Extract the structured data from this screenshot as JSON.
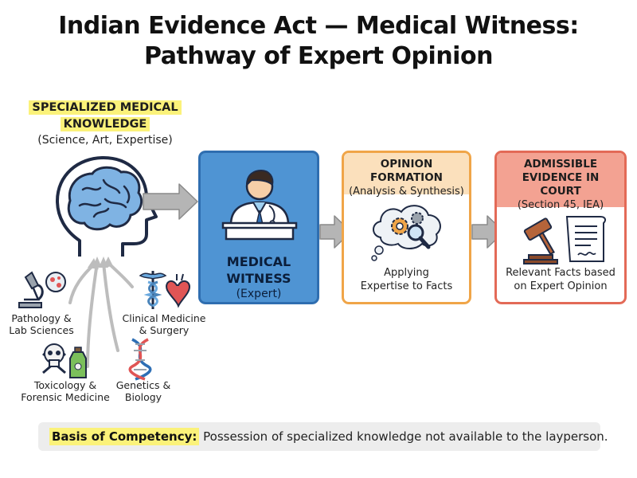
{
  "title": {
    "line1": "Indian Evidence Act — Medical Witness:",
    "line2": "Pathway of Expert Opinion"
  },
  "knowledge": {
    "heading_line1": "SPECIALIZED MEDICAL",
    "heading_line2": "KNOWLEDGE",
    "subheading": "(Science, Art, Expertise)"
  },
  "sources": [
    {
      "icon": "microscope-icon",
      "line1": "Pathology &",
      "line2": "Lab Sciences"
    },
    {
      "icon": "caduceus-icon",
      "line1": "Clinical Medicine",
      "line2": "& Surgery"
    },
    {
      "icon": "skull-crossbones-icon",
      "line1": "Toxicology &",
      "line2": "Forensic Medicine"
    },
    {
      "icon": "dna-icon",
      "line1": "Genetics &",
      "line2": "Biology"
    }
  ],
  "medical_witness": {
    "title_line1": "MEDICAL",
    "title_line2": "WITNESS",
    "subtitle": "(Expert)"
  },
  "opinion_formation": {
    "title": "OPINION FORMATION",
    "subtitle": "(Analysis & Synthesis)",
    "text_line1": "Applying",
    "text_line2": "Expertise to Facts"
  },
  "admissible_evidence": {
    "title_line1": "ADMISSIBLE",
    "title_line2": "EVIDENCE IN COURT",
    "subtitle": "(Section 45, IEA)",
    "text_line1": "Relevant Facts based",
    "text_line2": "on Expert Opinion"
  },
  "basis": {
    "label": "Basis of Competency:",
    "text": " Possession of specialized knowledge not available to the layperson."
  },
  "colors": {
    "blue_card": "#4f94d3",
    "orange_border": "#f0a548",
    "red_border": "#e36a57",
    "highlight": "#fbf27a",
    "arrow_gray": "#b5b5b5"
  }
}
